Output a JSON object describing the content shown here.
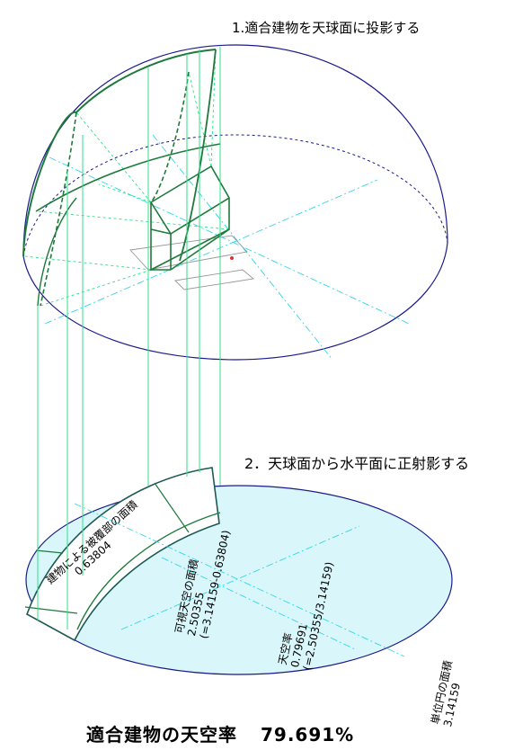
{
  "steps": {
    "step1": "1.適合建物を天球面に投影する",
    "step2": "2．天球面から水平面に正射影する"
  },
  "labels": {
    "building_area_title": "建物による被覆部の面積",
    "building_area_value": "0.63804",
    "possible_sky_title": "可視天空の面積",
    "possible_sky_value": "2.50355",
    "possible_sky_formula": "(=3.14159-0.63804)",
    "sky_ratio_title": "天空率",
    "sky_ratio_value": "0.79691",
    "sky_ratio_formula": "(=2.50355/3.14159)",
    "unit_circle_title": "単位円の面積",
    "unit_circle_value": "3.14159"
  },
  "result": {
    "title": "適合建物の天空率",
    "value": "79.691%"
  },
  "colors": {
    "outline": "#1a1a8c",
    "building": "#1e7a3c",
    "projection": "#2ee08a",
    "axis": "#33d6e6",
    "disk_fill": "#d9f7fb",
    "covered_fill": "#e9fbfd"
  }
}
